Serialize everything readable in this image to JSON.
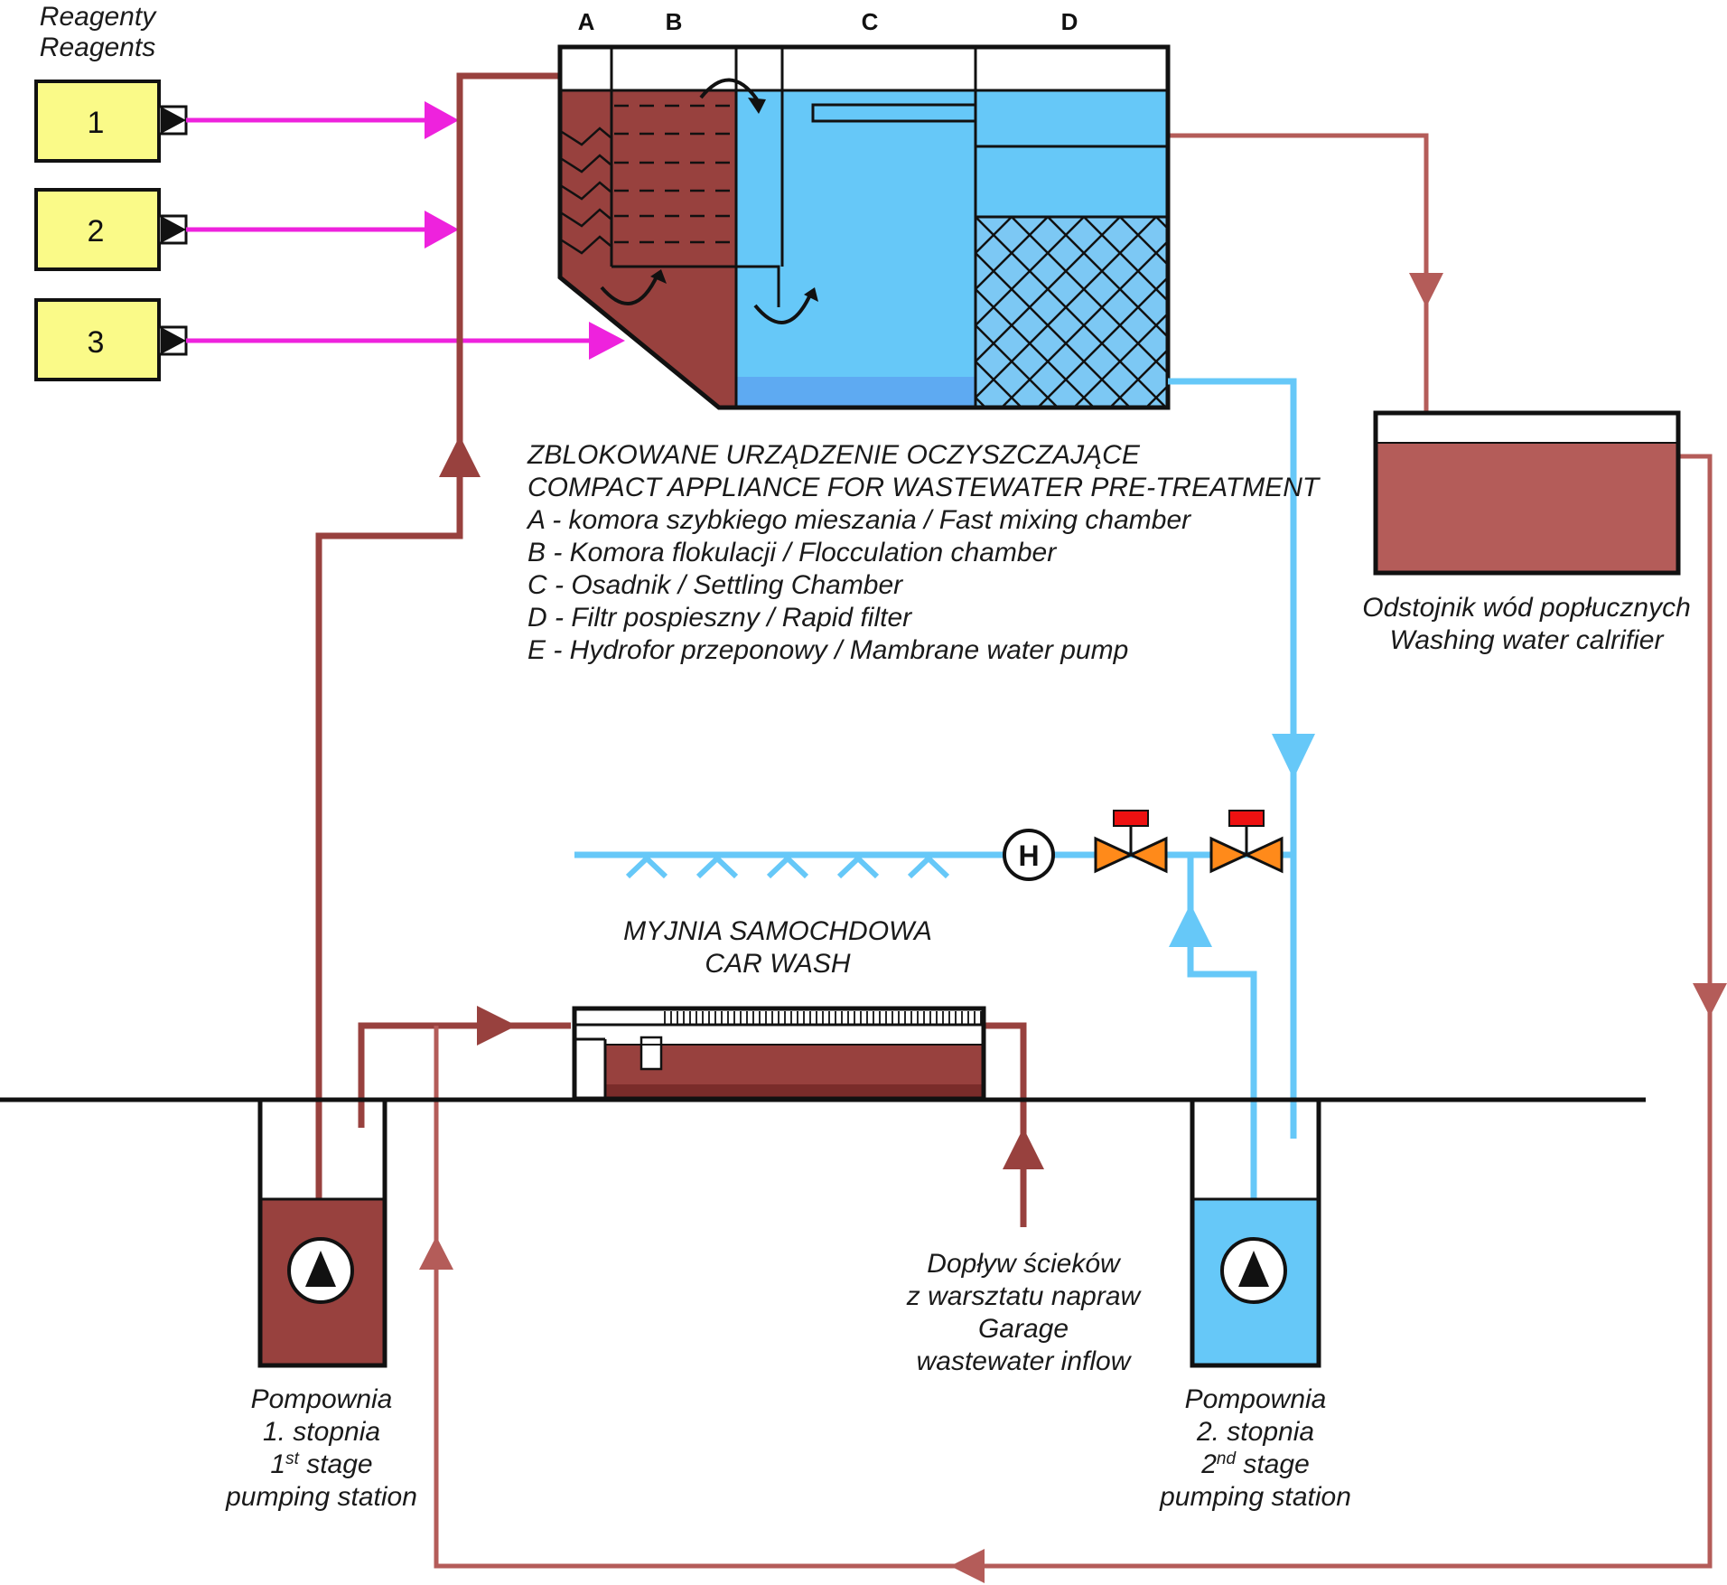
{
  "reagents": {
    "title_pl": "Reagenty",
    "title_en": "Reagents",
    "dosers": [
      "1",
      "2",
      "3"
    ]
  },
  "appliance": {
    "chamber_letters": [
      "A",
      "B",
      "C",
      "D"
    ],
    "title_pl": "ZBLOKOWANE URZĄDZENIE OCZYSZCZAJĄCE",
    "title_en": "COMPACT APPLIANCE FOR WASTEWATER PRE-TREATMENT",
    "legend": [
      "A - komora szybkiego mieszania / Fast mixing chamber",
      "B - Komora flokulacji / Flocculation chamber",
      "C - Osadnik / Settling Chamber",
      "D - Filtr pospieszny / Rapid filter",
      "E - Hydrofor przeponowy / Mambrane water pump"
    ]
  },
  "clarifier": {
    "label_pl": "Odstojnik wód popłucznych",
    "label_en": "Washing water calrifier"
  },
  "carwash": {
    "label_pl": "MYJNIA SAMOCHDOWA",
    "label_en": "CAR WASH",
    "hydrophore_symbol": "H"
  },
  "inflow": {
    "lines": [
      "Dopływ ścieków",
      "z warsztatu napraw",
      "Garage",
      "wastewater inflow"
    ]
  },
  "pump1": {
    "line1": "Pompownia",
    "line2": "1. stopnia",
    "ord_num": "1",
    "ord_sup": "st",
    "ord_word": " stage",
    "line4": "pumping station"
  },
  "pump2": {
    "line1": "Pompownia",
    "line2": "2. stopnia",
    "ord_num": "2",
    "ord_sup": "nd",
    "ord_word": " stage",
    "line4": "pumping station"
  },
  "colors": {
    "sludge": "#98413e",
    "sludge_line": "#b45c59",
    "clean_water": "#66c8f8",
    "reagent_line": "#ee22dd",
    "doser_fill": "#fafa88",
    "valve_orange": "#ff8a1a",
    "valve_red": "#ee1111"
  }
}
